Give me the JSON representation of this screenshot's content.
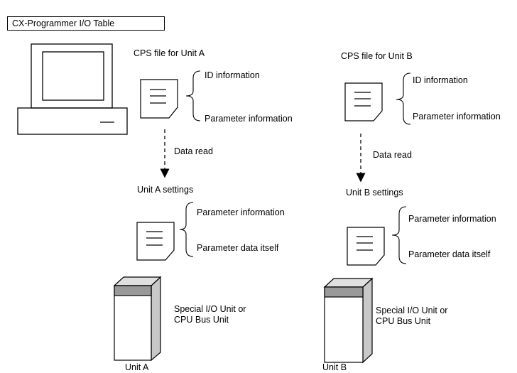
{
  "title": "CX-Programmer I/O Table",
  "unit_a": {
    "cps_file_label": "CPS file for Unit A",
    "id_info": "ID information",
    "param_info": "Parameter information",
    "data_read": "Data read",
    "settings_label": "Unit A settings",
    "settings_param_info": "Parameter information",
    "settings_param_data": "Parameter data itself",
    "unit_type_line1": "Special I/O Unit or",
    "unit_type_line2": "CPU Bus Unit",
    "unit_name": "Unit A"
  },
  "unit_b": {
    "cps_file_label": "CPS file for Unit B",
    "id_info": "ID information",
    "param_info": "Parameter information",
    "data_read": "Data read",
    "settings_label": "Unit B settings",
    "settings_param_info": "Parameter information",
    "settings_param_data": "Parameter data itself",
    "unit_type_line1": "Special I/O Unit or",
    "unit_type_line2": "CPU Bus Unit",
    "unit_name": "Unit B"
  },
  "colors": {
    "line": "#000000",
    "unit_band": "#999999",
    "unit_side": "#c8c8c8",
    "unit_front": "#ffffff"
  }
}
